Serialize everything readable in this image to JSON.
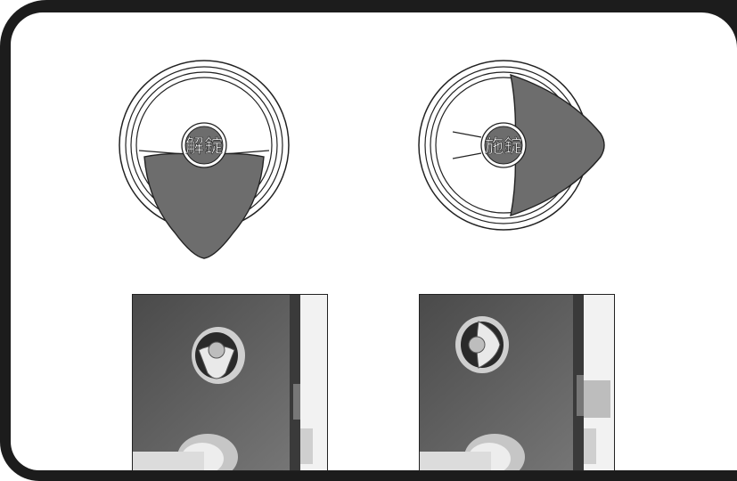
{
  "states": [
    {
      "id": "unlocked",
      "label": "解錠"
    },
    {
      "id": "locked",
      "label": "施錠"
    }
  ],
  "colors": {
    "frame": "#1c1c1c",
    "thumbturn_fill": "#6d6d6d",
    "door_panel": "#595959",
    "door_edge": "#f2f2f2"
  }
}
